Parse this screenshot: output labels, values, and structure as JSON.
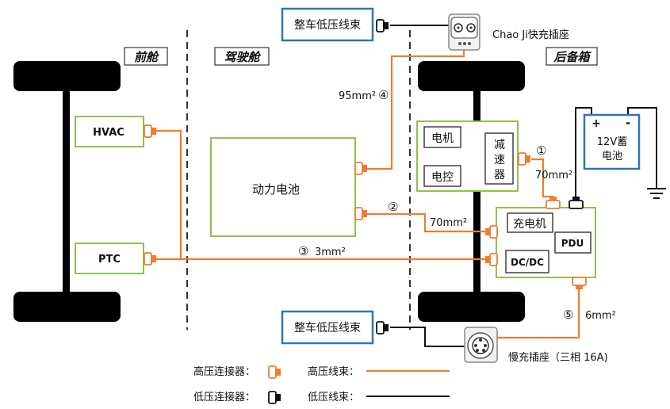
{
  "zones": {
    "front": "前舱",
    "cabin": "驾驶舱",
    "rear": "后备箱"
  },
  "components": {
    "hvac": "HVAC",
    "ptc": "PTC",
    "battery": "动力电池",
    "motor": "电机",
    "controller": "电控",
    "reducer": [
      "减",
      "速",
      "器"
    ],
    "charger": "充电机",
    "pdu": "PDU",
    "dcdc": "DC/DC",
    "aux_battery": [
      "12V蓄",
      "电池"
    ],
    "aux_plus": "+",
    "aux_minus": "-",
    "harness_top": "整车低压线束",
    "harness_bottom": "整车低压线束",
    "fast_port": "Chao Ji快充插座",
    "slow_port": "慢充插座（三相 16A)"
  },
  "wires": {
    "w1": {
      "num": "①",
      "size": "70mm²"
    },
    "w2": {
      "num": "②",
      "size": "70mm²"
    },
    "w3": {
      "num": "③",
      "size": "3mm²"
    },
    "w4": {
      "num": "④",
      "size": "95mm²"
    },
    "w5": {
      "num": "⑤",
      "size": "6mm²"
    }
  },
  "legend": {
    "hv_connector": "高压连接器：",
    "hv_harness": "高压线束：",
    "lv_connector": "低压连接器：",
    "lv_harness": "低压线束："
  },
  "colors": {
    "hv": "#ED7D31",
    "lv": "#111111",
    "component_border": "#92C050",
    "harness_border": "#2E75B6"
  }
}
